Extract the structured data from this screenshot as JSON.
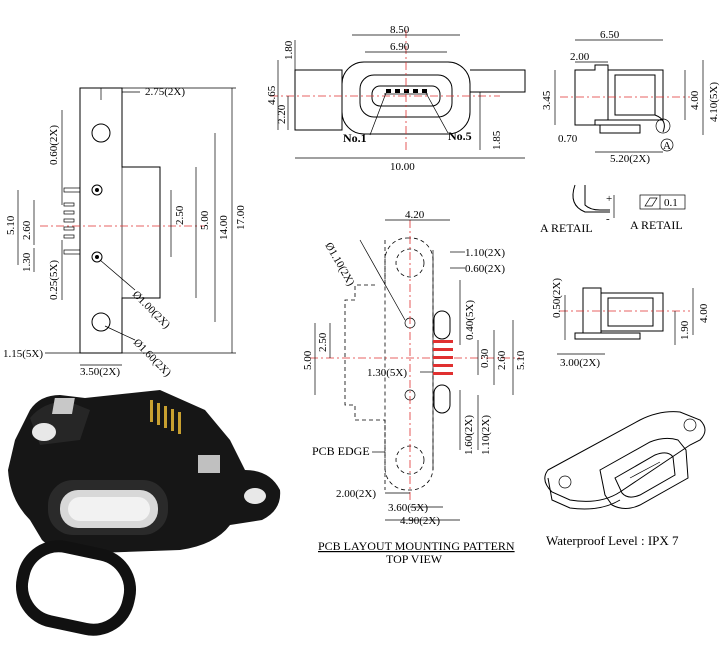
{
  "side_view_left": {
    "dims": {
      "d_275": "2.75(2X)",
      "d_060": "0.60(2X)",
      "d_510": "5.10",
      "d_260": "2.60",
      "d_130": "1.30",
      "d_025": "0.25(5X)",
      "d_250": "2.50",
      "d_500": "5.00",
      "d_1400": "14.00",
      "d_1700": "17.00",
      "d_100dia": "Ø1.00(2X)",
      "d_160dia": "Ø1.60(2X)",
      "d_115": "1.15(5X)",
      "d_350": "3.50(2X)"
    }
  },
  "front_view": {
    "dims": {
      "d_850": "8.50",
      "d_690": "6.90",
      "d_180": "1.80",
      "d_465": "4.65",
      "d_220": "2.20",
      "d_1000": "10.00",
      "d_185": "1.85",
      "pin1": "No.1",
      "pin5": "No.5"
    }
  },
  "side_view_right": {
    "dims": {
      "d_650": "6.50",
      "d_200": "2.00",
      "d_345": "3.45",
      "d_400": "4.00",
      "d_410": "4.10(5X)",
      "d_070": "0.70",
      "d_520": "5.20(2X)",
      "detail_mark": "A"
    }
  },
  "retail": {
    "label_a": "A RETAIL",
    "label_b": "A RETAIL",
    "tolerance": "0.1"
  },
  "pcb_layout": {
    "dims": {
      "d_420": "4.20",
      "d_110dia": "Ø1.10(2X)",
      "d_110": "1.10(2X)",
      "d_060": "0.60(2X)",
      "d_040": "0.40(5X)",
      "d_500": "5.00",
      "d_250": "2.50",
      "d_130": "1.30(5X)",
      "d_030": "0.30",
      "d_260": "2.60",
      "d_510": "5.10",
      "d_160": "1.60(2X)",
      "d_110b": "1.10(2X)",
      "d_200": "2.00(2X)",
      "d_360": "3.60(5X)",
      "d_490": "4.90(2X)"
    },
    "pcb_edge": "PCB  EDGE",
    "title": "PCB LAYOUT MOUNTING PATTERN",
    "subtitle": "TOP VIEW"
  },
  "right_small": {
    "dims": {
      "d_050": "0.50(2X)",
      "d_190": "1.90",
      "d_400": "4.00",
      "d_300": "3.00(2X)"
    }
  },
  "rating": {
    "text": "Waterproof  Level : IPX 7"
  }
}
